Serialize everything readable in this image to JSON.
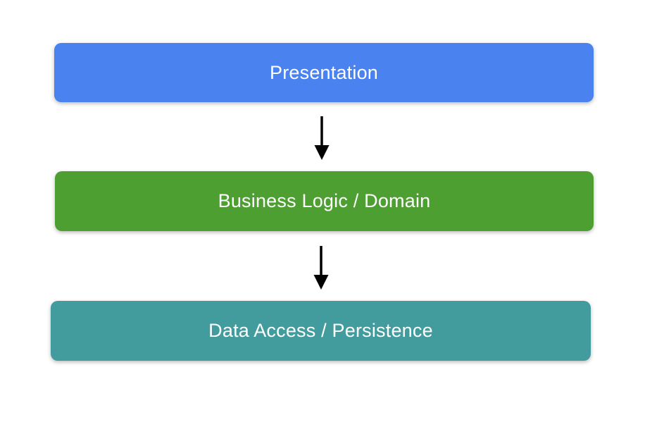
{
  "diagram": {
    "background_color": "#ffffff",
    "text_color": "#ffffff",
    "arrow_color": "#000000",
    "layers": [
      {
        "id": "presentation",
        "label": "Presentation",
        "color": "#4a82ef"
      },
      {
        "id": "business-logic",
        "label": "Business Logic / Domain",
        "color": "#4e9f31"
      },
      {
        "id": "data-access",
        "label": "Data Access / Persistence",
        "color": "#429c9e"
      }
    ],
    "arrows": [
      {
        "from": "presentation",
        "to": "business-logic"
      },
      {
        "from": "business-logic",
        "to": "data-access"
      }
    ]
  }
}
